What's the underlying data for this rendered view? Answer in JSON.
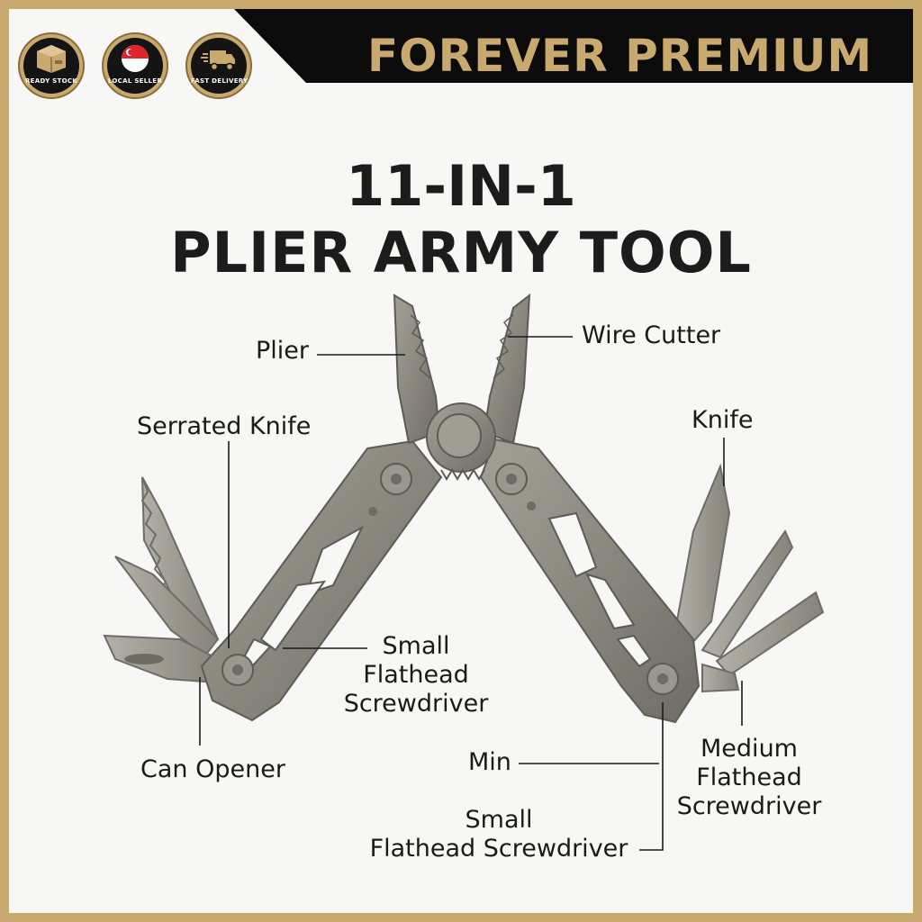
{
  "banner": {
    "title": "FOREVER PREMIUM",
    "background": "#000000",
    "accent": "#c9a96e",
    "badges": [
      {
        "icon": "box-icon",
        "label": "READY STOCK"
      },
      {
        "icon": "singapore-flag-icon",
        "label": "LOCAL SELLER"
      },
      {
        "icon": "delivery-truck-icon",
        "label": "FAST DELIVERY"
      }
    ]
  },
  "headline": {
    "line1": "11-IN-1",
    "line2": "PLIER ARMY TOOL"
  },
  "callouts": {
    "plier": "Plier",
    "wire_cutter": "Wire Cutter",
    "serrated_knife": "Serrated Knife",
    "knife": "Knife",
    "small_flathead_left": [
      "Small",
      "Flathead",
      "Screwdriver"
    ],
    "can_opener": "Can Opener",
    "min": "Min",
    "medium_flathead": [
      "Medium",
      "Flathead",
      "Screwdriver"
    ],
    "small_flathead_bottom": [
      "Small",
      "Flathead Screwdriver"
    ]
  },
  "colors": {
    "frame": "#c9a96e",
    "background": "#f7f7f6",
    "tool_metal": "#8a877f",
    "text": "#1c1c1c"
  }
}
